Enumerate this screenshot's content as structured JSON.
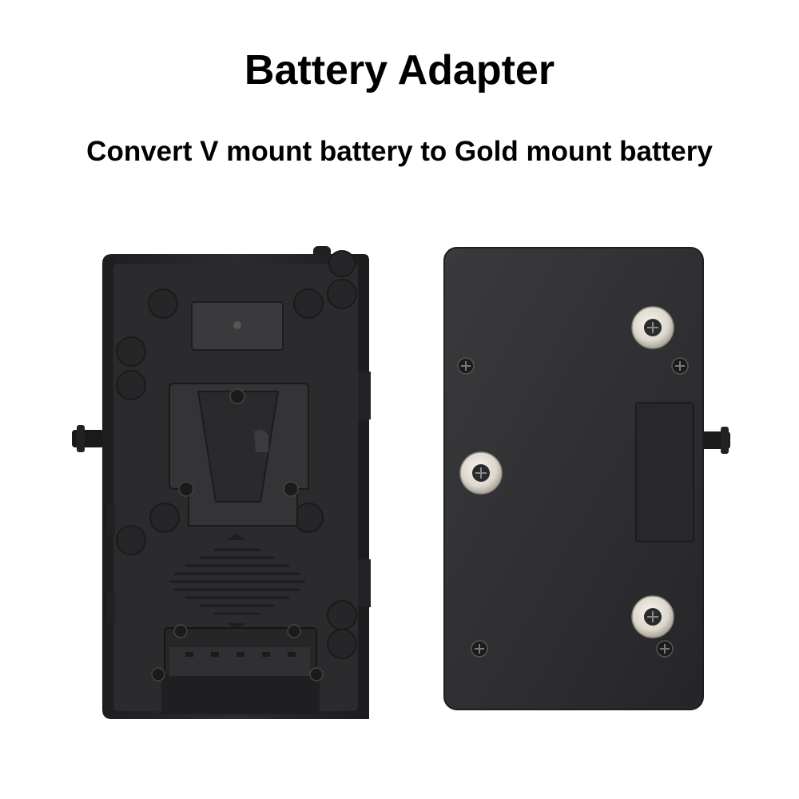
{
  "header": {
    "title": "Battery Adapter",
    "subtitle": "Convert V mount battery to Gold mount battery"
  },
  "colors": {
    "background": "#ffffff",
    "text": "#000000",
    "plate_body": "#2a2a2c",
    "plate_face": "#333336",
    "metal_stud": "#e8e4dc"
  },
  "photo": {
    "subject": "two adapter plates",
    "left_plate": "V mount side",
    "right_plate": "Gold mount side"
  }
}
